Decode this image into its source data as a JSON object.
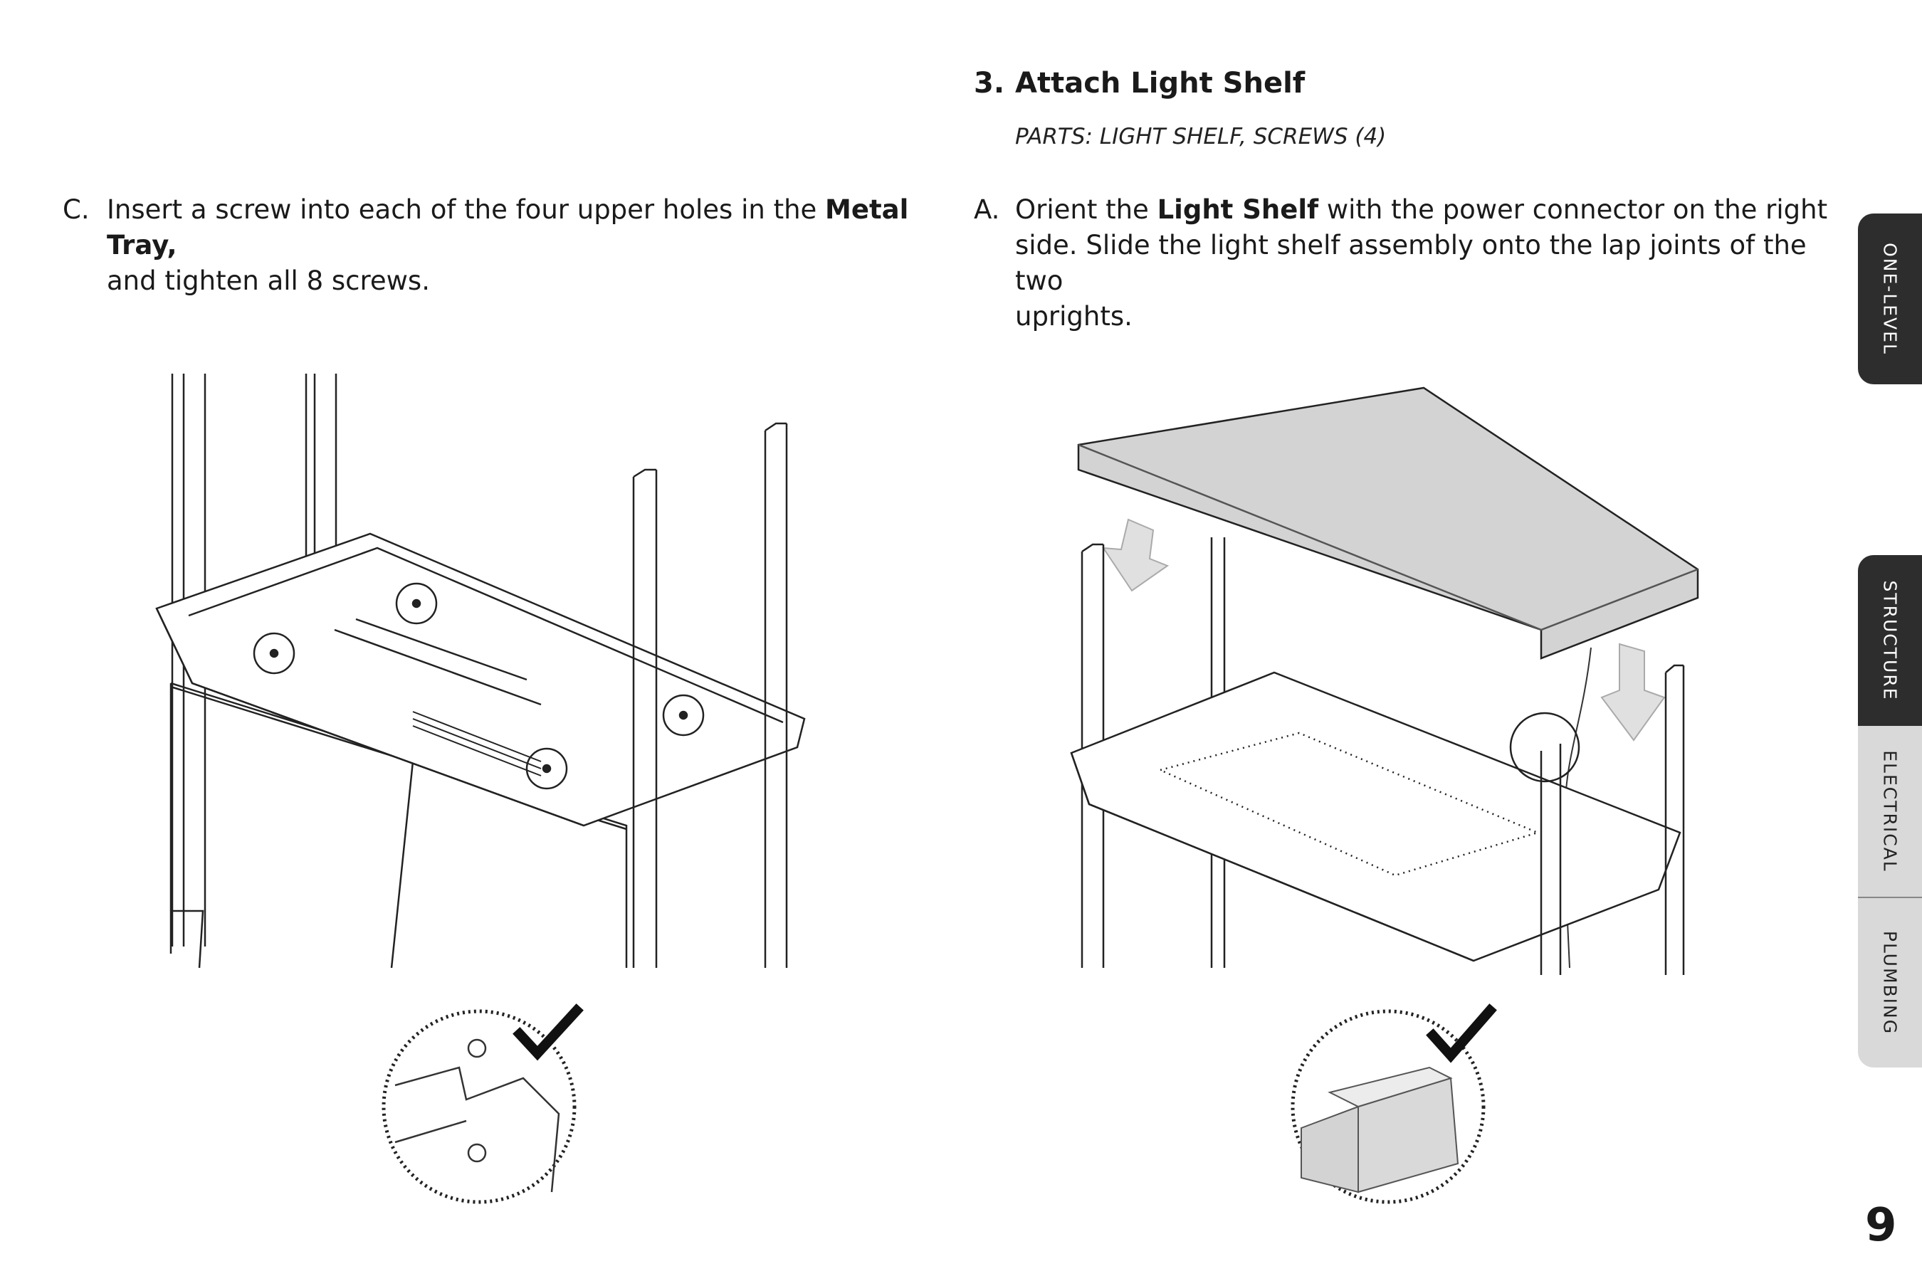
{
  "left": {
    "step_c_letter": "C.",
    "step_c_pre": "Insert a screw into each of the four upper holes in the ",
    "step_c_bold": "Metal Tray,",
    "step_c_line2": "and tighten all 8 screws."
  },
  "right": {
    "section_number": "3.",
    "section_title": "Attach Light Shelf",
    "parts": "PARTS: LIGHT SHELF, SCREWS (4)",
    "step_a_letter": "A.",
    "step_a_pre": "Orient the ",
    "step_a_bold": "Light Shelf",
    "step_a_line1_post": " with the power connector on the right",
    "step_a_line2": "side. Slide the light shelf assembly onto the lap joints of the two",
    "step_a_line3": "uprights."
  },
  "tabs": [
    "ONE-LEVEL",
    "STRUCTURE",
    "ELECTRICAL",
    "PLUMBING"
  ],
  "page_number": "9",
  "icons": [
    "checkmark-icon",
    "down-arrow-icon"
  ]
}
